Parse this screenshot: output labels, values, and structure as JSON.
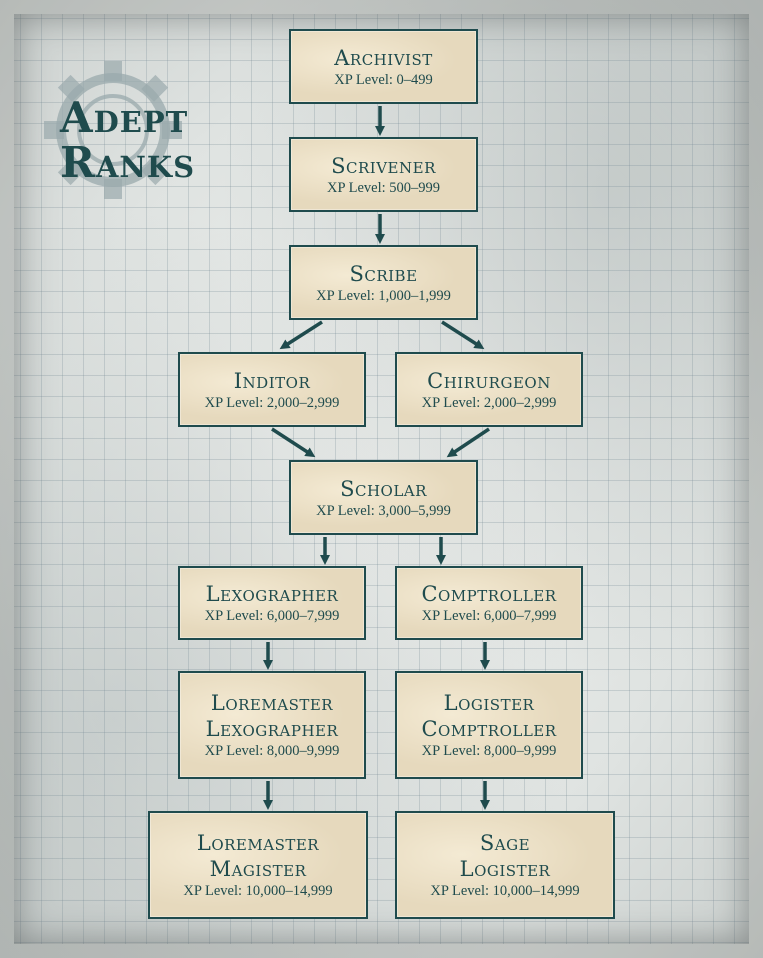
{
  "title": {
    "line1": "Adept",
    "line2": "Ranks"
  },
  "xp_prefix": "XP Level:",
  "ranks": [
    {
      "id": "archivist",
      "name_lines": [
        "Archivist"
      ],
      "xp": "0–499"
    },
    {
      "id": "scrivener",
      "name_lines": [
        "Scrivener"
      ],
      "xp": "500–999"
    },
    {
      "id": "scribe",
      "name_lines": [
        "Scribe"
      ],
      "xp": "1,000–1,999"
    },
    {
      "id": "inditor",
      "name_lines": [
        "Inditor"
      ],
      "xp": "2,000–2,999"
    },
    {
      "id": "chirurgeon",
      "name_lines": [
        "Chirurgeon"
      ],
      "xp": "2,000–2,999"
    },
    {
      "id": "scholar",
      "name_lines": [
        "Scholar"
      ],
      "xp": "3,000–5,999"
    },
    {
      "id": "lexographer",
      "name_lines": [
        "Lexographer"
      ],
      "xp": "6,000–7,999"
    },
    {
      "id": "comptroller",
      "name_lines": [
        "Comptroller"
      ],
      "xp": "6,000–7,999"
    },
    {
      "id": "loremaster-lexographer",
      "name_lines": [
        "Loremaster",
        "Lexographer"
      ],
      "xp": "8,000–9,999"
    },
    {
      "id": "logister-comptroller",
      "name_lines": [
        "Logister",
        "Comptroller"
      ],
      "xp": "8,000–9,999"
    },
    {
      "id": "loremaster-magister",
      "name_lines": [
        "Loremaster",
        "Magister"
      ],
      "xp": "10,000–14,999"
    },
    {
      "id": "sage-logister",
      "name_lines": [
        "Sage",
        "Logister"
      ],
      "xp": "10,000–14,999"
    }
  ],
  "colors": {
    "ink": "#1f4b4d",
    "box_fill": "#e6d9bd",
    "emblem": "#9aa9ac"
  }
}
